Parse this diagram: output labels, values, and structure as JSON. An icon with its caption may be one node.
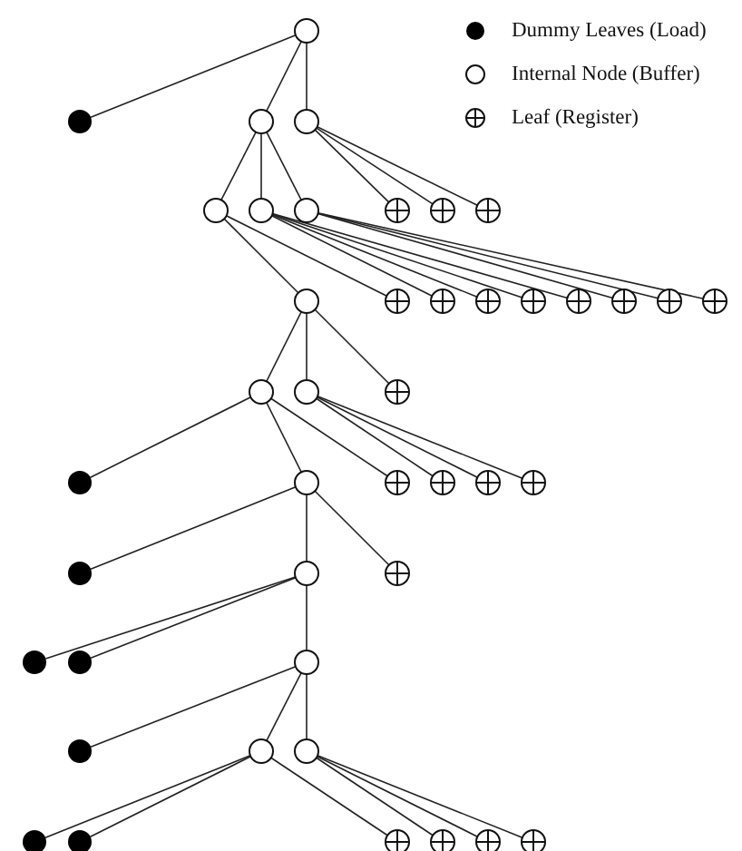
{
  "diagram": {
    "nodes": [
      {
        "text": [],
        "shape": "circle"
      },
      {
        "text": [],
        "shape": "disc"
      },
      {
        "text": [],
        "shape": "circle"
      },
      {
        "text": [],
        "shape": "circle"
      },
      {
        "text": [],
        "shape": "circle"
      },
      {
        "text": [],
        "shape": "circle"
      },
      {
        "text": [],
        "shape": "circle"
      },
      {
        "text": [],
        "shape": "crossed-circle"
      },
      {
        "text": [],
        "shape": "crossed-circle"
      },
      {
        "text": [],
        "shape": "crossed-circle"
      },
      {
        "text": [],
        "shape": "circle"
      },
      {
        "text": [],
        "shape": "crossed-circle"
      },
      {
        "text": [],
        "shape": "crossed-circle"
      },
      {
        "text": [],
        "shape": "crossed-circle"
      },
      {
        "text": [],
        "shape": "crossed-circle"
      },
      {
        "text": [],
        "shape": "crossed-circle"
      },
      {
        "text": [],
        "shape": "crossed-circle"
      },
      {
        "text": [],
        "shape": "crossed-circle"
      },
      {
        "text": [],
        "shape": "crossed-circle"
      },
      {
        "text": [],
        "shape": "circle"
      },
      {
        "text": [],
        "shape": "circle"
      },
      {
        "text": [],
        "shape": "crossed-circle"
      },
      {
        "text": [],
        "shape": "disc"
      },
      {
        "text": [],
        "shape": "circle"
      },
      {
        "text": [],
        "shape": "crossed-circle"
      },
      {
        "text": [],
        "shape": "crossed-circle"
      },
      {
        "text": [],
        "shape": "crossed-circle"
      },
      {
        "text": [],
        "shape": "crossed-circle"
      },
      {
        "text": [],
        "shape": "disc"
      },
      {
        "text": [],
        "shape": "circle"
      },
      {
        "text": [],
        "shape": "crossed-circle"
      },
      {
        "text": [],
        "shape": "disc"
      },
      {
        "text": [],
        "shape": "disc"
      },
      {
        "text": [],
        "shape": "circle"
      },
      {
        "text": [],
        "shape": "disc"
      },
      {
        "text": [],
        "shape": "circle"
      },
      {
        "text": [],
        "shape": "circle"
      },
      {
        "text": [],
        "shape": "disc"
      },
      {
        "text": [],
        "shape": "disc"
      },
      {
        "text": [],
        "shape": "crossed-circle"
      },
      {
        "text": [],
        "shape": "crossed-circle"
      },
      {
        "text": [],
        "shape": "crossed-circle"
      },
      {
        "text": [],
        "shape": "crossed-circle"
      }
    ],
    "edges": [
      {
        "from": 0,
        "to": 1,
        "arrow": "none"
      },
      {
        "from": 0,
        "to": 2,
        "arrow": "none"
      },
      {
        "from": 0,
        "to": 3,
        "arrow": "none"
      },
      {
        "from": 2,
        "to": 4,
        "arrow": "none"
      },
      {
        "from": 2,
        "to": 5,
        "arrow": "none"
      },
      {
        "from": 2,
        "to": 6,
        "arrow": "none"
      },
      {
        "from": 3,
        "to": 7,
        "arrow": "none"
      },
      {
        "from": 3,
        "to": 8,
        "arrow": "none"
      },
      {
        "from": 3,
        "to": 9,
        "arrow": "none"
      },
      {
        "from": 4,
        "to": 10,
        "arrow": "none"
      },
      {
        "from": 4,
        "to": 11,
        "arrow": "none"
      },
      {
        "from": 5,
        "to": 12,
        "arrow": "none"
      },
      {
        "from": 5,
        "to": 13,
        "arrow": "none"
      },
      {
        "from": 5,
        "to": 14,
        "arrow": "none"
      },
      {
        "from": 5,
        "to": 15,
        "arrow": "none"
      },
      {
        "from": 6,
        "to": 16,
        "arrow": "none"
      },
      {
        "from": 6,
        "to": 17,
        "arrow": "none"
      },
      {
        "from": 6,
        "to": 18,
        "arrow": "none"
      },
      {
        "from": 10,
        "to": 19,
        "arrow": "none"
      },
      {
        "from": 10,
        "to": 20,
        "arrow": "none"
      },
      {
        "from": 10,
        "to": 21,
        "arrow": "none"
      },
      {
        "from": 19,
        "to": 22,
        "arrow": "none"
      },
      {
        "from": 19,
        "to": 23,
        "arrow": "none"
      },
      {
        "from": 19,
        "to": 24,
        "arrow": "none"
      },
      {
        "from": 20,
        "to": 25,
        "arrow": "none"
      },
      {
        "from": 20,
        "to": 26,
        "arrow": "none"
      },
      {
        "from": 20,
        "to": 27,
        "arrow": "none"
      },
      {
        "from": 23,
        "to": 28,
        "arrow": "none"
      },
      {
        "from": 23,
        "to": 29,
        "arrow": "none"
      },
      {
        "from": 23,
        "to": 30,
        "arrow": "none"
      },
      {
        "from": 29,
        "to": 31,
        "arrow": "none"
      },
      {
        "from": 29,
        "to": 32,
        "arrow": "none"
      },
      {
        "from": 29,
        "to": 33,
        "arrow": "none"
      },
      {
        "from": 33,
        "to": 34,
        "arrow": "none"
      },
      {
        "from": 33,
        "to": 35,
        "arrow": "none"
      },
      {
        "from": 33,
        "to": 36,
        "arrow": "none"
      },
      {
        "from": 35,
        "to": 37,
        "arrow": "none"
      },
      {
        "from": 35,
        "to": 38,
        "arrow": "none"
      },
      {
        "from": 35,
        "to": 39,
        "arrow": "none"
      },
      {
        "from": 36,
        "to": 40,
        "arrow": "none"
      },
      {
        "from": 36,
        "to": 41,
        "arrow": "none"
      },
      {
        "from": 36,
        "to": 42,
        "arrow": "none"
      }
    ],
    "legend": [
      {
        "text": "Dummy Leaves (Load)"
      },
      {
        "text": "Internal Node (Buffer)"
      },
      {
        "text": "Leaf (Register)"
      }
    ]
  }
}
